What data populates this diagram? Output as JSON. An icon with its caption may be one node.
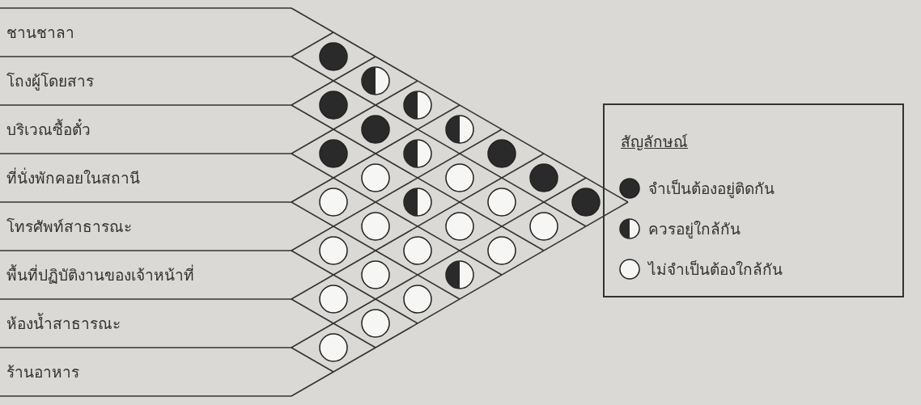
{
  "diagram": {
    "labels": [
      "ชานชาลา",
      "โถงผู้โดยสาร",
      "บริเวณซื้อตั๋ว",
      "ที่นั่งพักคอยในสถานี",
      "โทรศัพท์สาธารณะ",
      "พื้นที่ปฏิบัติงานของเจ้าหน้าที่",
      "ห้องน้ำสาธารณะ",
      "ร้านอาหาร",
      "สัญลักษณ์"
    ],
    "legend": [
      {
        "text": "จำเป็นต้องอยู่ติดกัน"
      },
      {
        "text": "ควรอยู่ใกล้กัน"
      },
      {
        "text": "ไม่จำเป็นต้องใกล้กัน"
      }
    ]
  }
}
